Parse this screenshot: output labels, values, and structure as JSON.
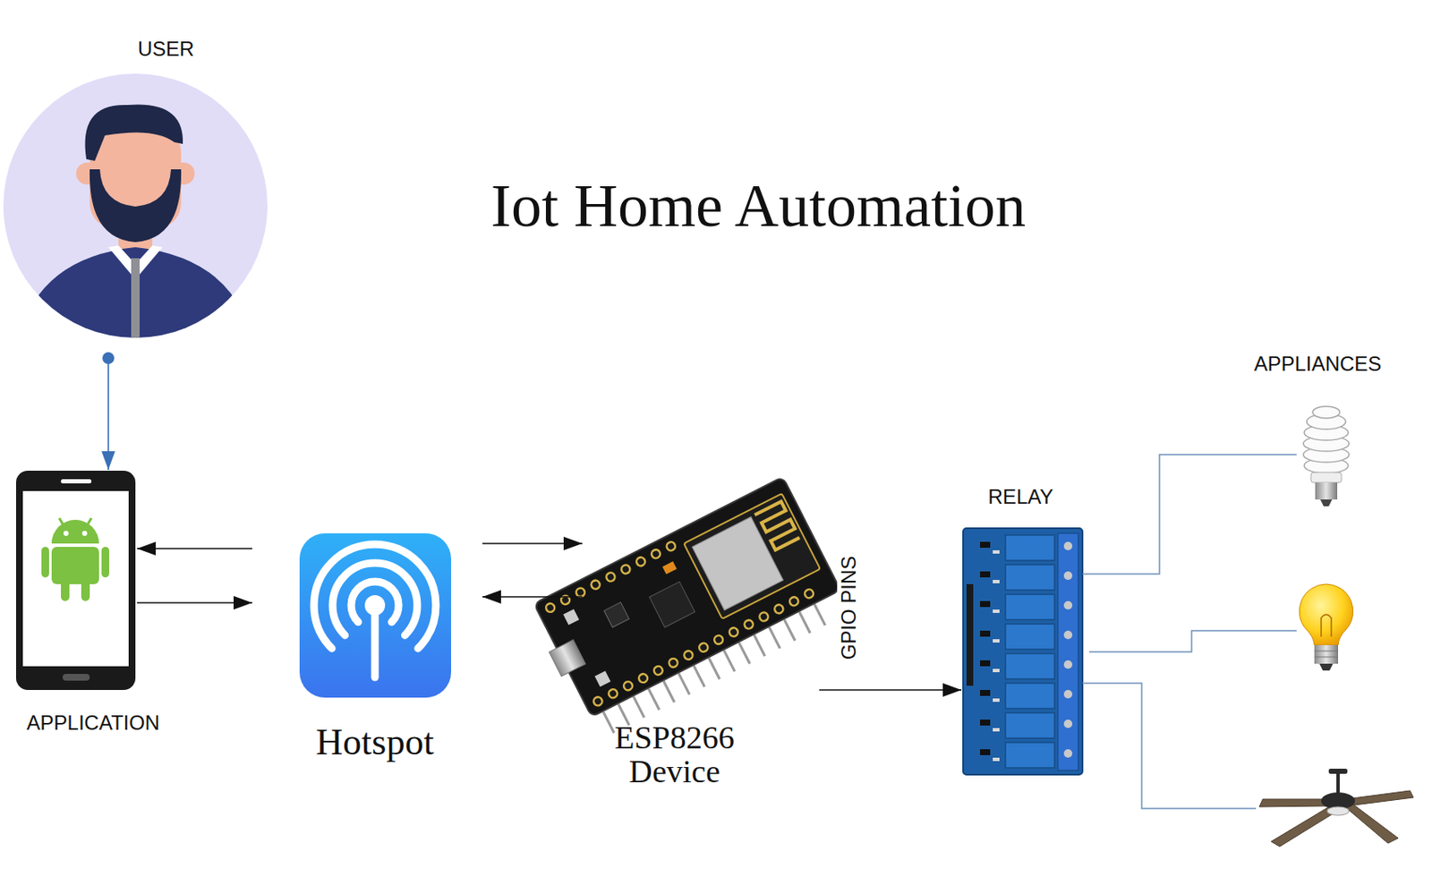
{
  "diagram": {
    "title": "Iot Home Automation",
    "nodes": [
      {
        "text": [
          "USER"
        ]
      },
      {
        "text": [
          "APPLICATION"
        ]
      },
      {
        "text": [
          "Hotspot"
        ]
      },
      {
        "text": [
          "ESP8266 Device"
        ]
      },
      {
        "text": [
          "RELAY"
        ]
      }
    ],
    "edges": [
      {
        "from": 0,
        "to": 1,
        "arrow": "to"
      },
      {
        "from": 2,
        "to": 1,
        "arrow": "to"
      },
      {
        "from": 1,
        "to": 2,
        "arrow": "to"
      },
      {
        "from": 2,
        "to": 3,
        "arrow": "to"
      },
      {
        "from": 3,
        "to": 2,
        "arrow": "to"
      },
      {
        "from": 3,
        "to": 4,
        "label": "GPIO PINS",
        "arrow": "to"
      }
    ],
    "labels": [
      "APPLIANCES"
    ]
  }
}
